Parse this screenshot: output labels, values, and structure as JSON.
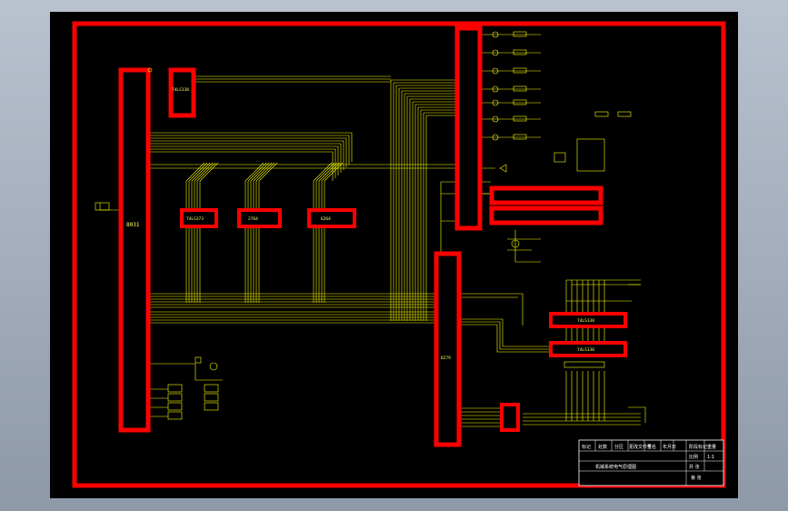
{
  "colors": {
    "background": "#8e99a8",
    "canvas": "#000000",
    "border": "#ff0000",
    "wire": "#ffff00",
    "ic_fill": "#000000",
    "title_block_line": "#ffffff"
  },
  "components": {
    "mcu": "8031",
    "decoder": "74LS138",
    "latch": "74LS373",
    "eprom": "2764",
    "ram": "6264",
    "ppi": "8279",
    "driver_top": "74LS138",
    "driver_bottom": "74LS138"
  },
  "title_block": {
    "header_cells": [
      "标记",
      "处数",
      "分区",
      "更改文件号",
      "签名",
      "年月日",
      "阶段标记",
      "重量",
      "比例"
    ],
    "drawing_title": "机械系统电气原理图",
    "sheet_label": "共 张",
    "sheet_label_2": "第 张",
    "scale": "1:1"
  }
}
